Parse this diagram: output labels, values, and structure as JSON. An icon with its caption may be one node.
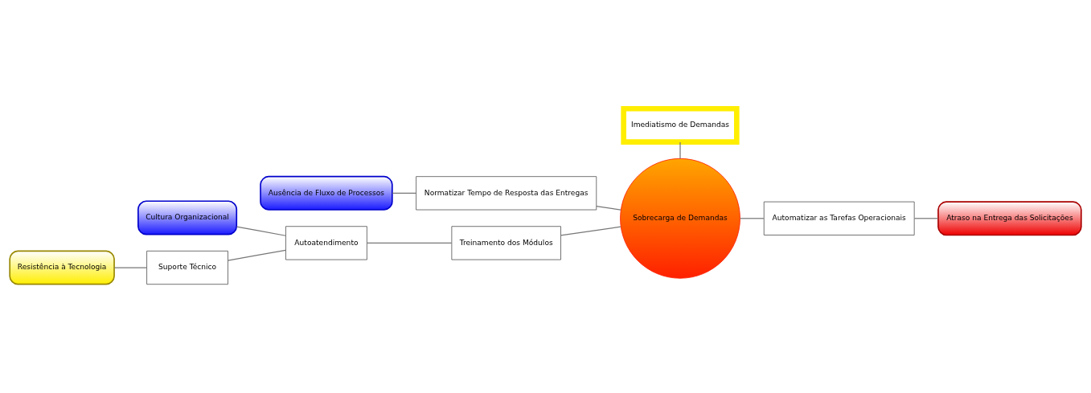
{
  "diagram": {
    "nodes": [
      {
        "text": [
          "Imediatismo de Demandas"
        ]
      },
      {
        "text": [
          "Ausência de Fluxo de Processos"
        ]
      },
      {
        "text": [
          "Normatizar Tempo de Resposta das Entregas"
        ]
      },
      {
        "text": [
          "Cultura Organizacional"
        ]
      },
      {
        "text": [
          "Autoatendimento"
        ]
      },
      {
        "text": [
          "Treinamento dos Módulos"
        ]
      },
      {
        "text": [
          "Sobrecarga de Demandas"
        ]
      },
      {
        "text": [
          "Automatizar as Tarefas Operacionais"
        ]
      },
      {
        "text": [
          "Atraso na Entrega das Solicitações"
        ]
      },
      {
        "text": [
          "Resistência à Tecnologia"
        ]
      },
      {
        "text": [
          "Suporte Técnico"
        ]
      }
    ],
    "edges": [
      {
        "from": 0,
        "to": 6,
        "arrow": "none"
      },
      {
        "from": 1,
        "to": 2,
        "arrow": "none"
      },
      {
        "from": 2,
        "to": 6,
        "arrow": "none"
      },
      {
        "from": 3,
        "to": 4,
        "arrow": "none"
      },
      {
        "from": 4,
        "to": 5,
        "arrow": "none"
      },
      {
        "from": 5,
        "to": 6,
        "arrow": "none"
      },
      {
        "from": 6,
        "to": 7,
        "arrow": "none"
      },
      {
        "from": 7,
        "to": 8,
        "arrow": "none"
      },
      {
        "from": 9,
        "to": 10,
        "arrow": "none"
      },
      {
        "from": 10,
        "to": 4,
        "arrow": "none"
      }
    ]
  }
}
